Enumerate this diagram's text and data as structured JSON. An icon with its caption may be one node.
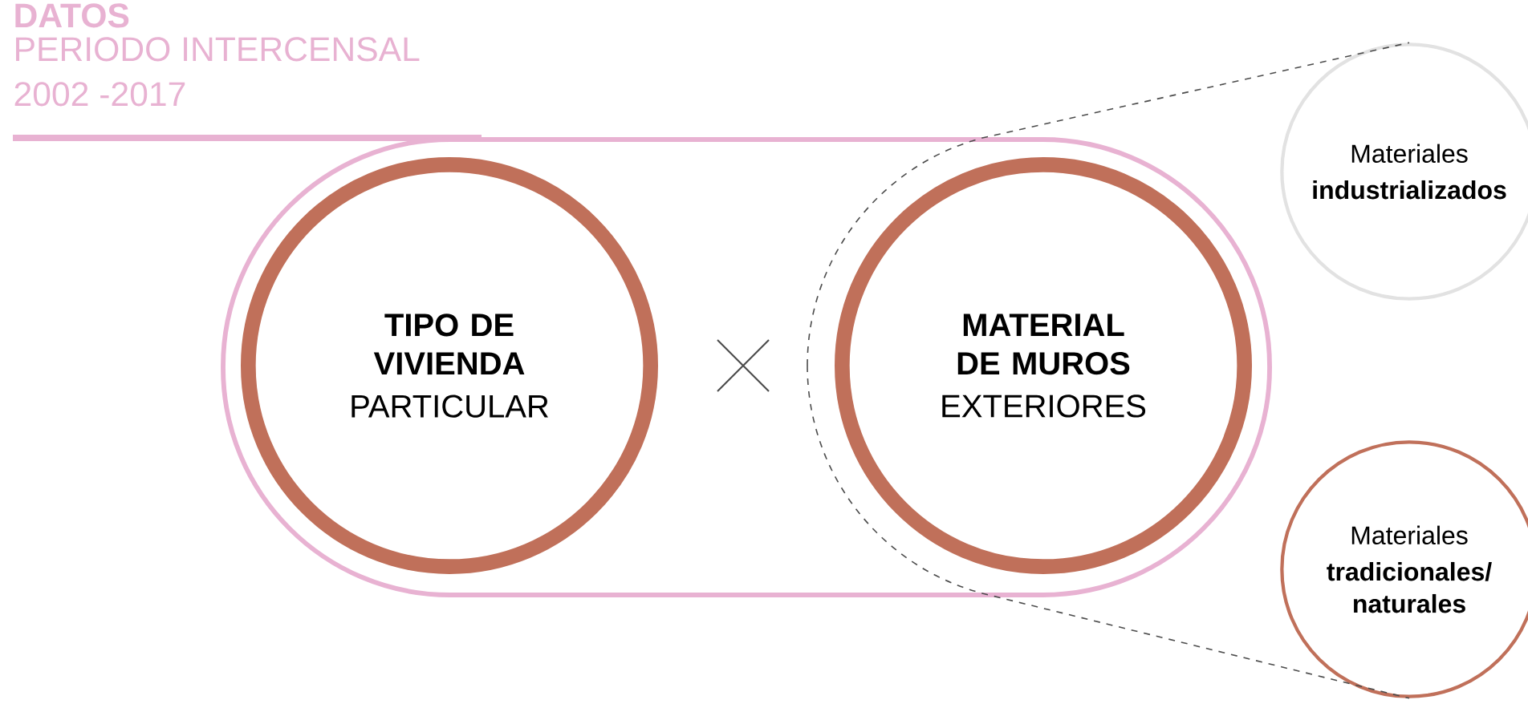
{
  "diagram": {
    "title": "DATOS",
    "nodes": [
      {
        "text": [],
        "shape": "band"
      },
      {
        "text": [
          "TIPO DE VIVIENDA",
          "PARTICULAR"
        ],
        "in": 0
      },
      {
        "text": [
          "MATERIAL DE MUROS",
          "EXTERIORES"
        ],
        "in": 0
      },
      {
        "text": [
          "Materiales",
          "industrializados"
        ]
      },
      {
        "text": [
          "Materiales",
          "tradicionales/ naturales"
        ]
      }
    ],
    "edges": [
      {
        "from": 2,
        "to": 3,
        "arrow": "none",
        "style": "dashed"
      },
      {
        "from": 2,
        "to": 4,
        "arrow": "none",
        "style": "dashed"
      }
    ],
    "labels": [
      "PERIODO INTERCENSAL",
      "2002 -2017"
    ]
  }
}
